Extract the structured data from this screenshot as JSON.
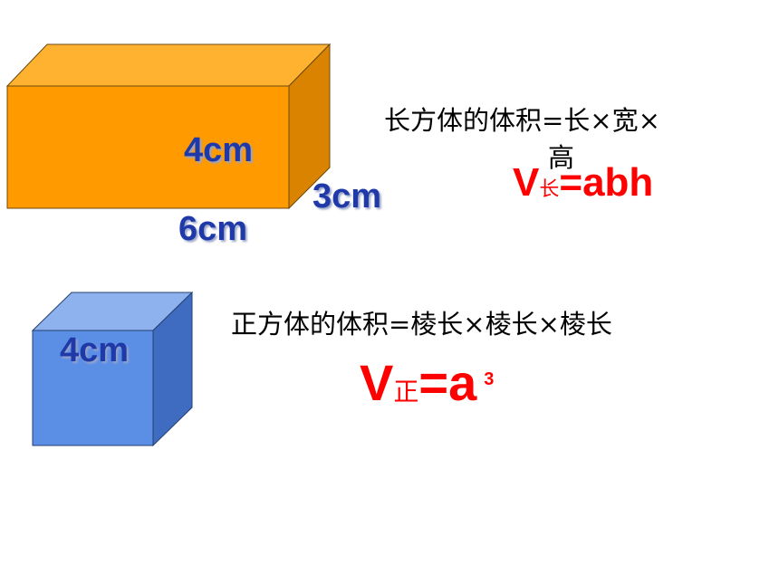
{
  "cuboid": {
    "height_label": "4cm",
    "depth_label": "3cm",
    "length_label": "6cm",
    "formula_line1": "长方体的体积=长×宽×",
    "formula_line2": "高",
    "symbol_main": "V",
    "symbol_sub": "长",
    "symbol_rest": "=abh",
    "colors": {
      "front": "#ff9a00",
      "top": "#ffb130",
      "side": "#d98300"
    }
  },
  "cube": {
    "edge_label": "4cm",
    "formula_text": "正方体的体积=棱长×棱长×棱长",
    "symbol_main": "V",
    "symbol_sub": "正",
    "symbol_rest": "=a",
    "symbol_exp": "3",
    "colors": {
      "front": "#5b8fe6",
      "top": "#8db2ee",
      "side": "#3f6cc0"
    }
  }
}
